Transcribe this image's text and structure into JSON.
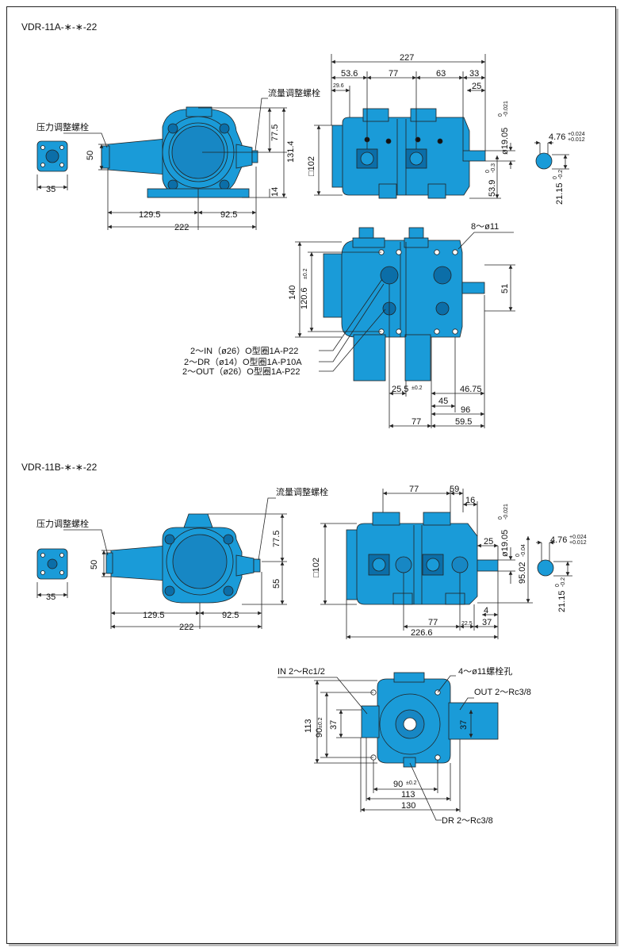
{
  "sections": [
    {
      "title": "VDR-11A-∗-∗-22"
    },
    {
      "title": "VDR-11B-∗-∗-22"
    }
  ],
  "colors": {
    "body": "#1a9bd8",
    "body_dark": "#0b6ea8",
    "line": "#222222"
  },
  "a": {
    "callouts": {
      "pressure_adjust": "压力调整螺栓",
      "flow_adjust": "流量调整螺栓",
      "holes_8": "8～ø11",
      "ports_in": "2～IN（ø26）O型圈1A-P22",
      "ports_dr": "2～DR（ø14）O型圈1A-P10A",
      "ports_out": "2～OUT（ø26）O型圈1A-P22"
    },
    "dims": {
      "end_w": "35",
      "end_h": "50",
      "d1295": "129.5",
      "d925": "92.5",
      "d222": "222",
      "d775": "77.5",
      "d1314": "131.4",
      "d14": "14",
      "d227": "227",
      "d536": "53.6",
      "d77top": "77",
      "d63": "63",
      "d33": "33",
      "d296": "29.6",
      "d25": "25",
      "sq102": "□102",
      "shaft_dia": "ø19.05",
      "shaft_tol_a": "0",
      "shaft_tol_b": "-0.021",
      "d539": "53.9",
      "d539_tol_a": "0",
      "d539_tol_b": "-0.3",
      "key_w": "4.76",
      "key_tol_a": "+0.024",
      "key_tol_b": "+0.012",
      "d2115": "21.15",
      "d2115_tol_a": "0",
      "d2115_tol_b": "-0.2",
      "d140": "140",
      "d1206": "120.6",
      "d1206_tol": "±0.2",
      "d51": "51",
      "d255": "25.5",
      "d255_tol": "±0.2",
      "d45": "45",
      "d4675": "46.75",
      "d96": "96",
      "d77b": "77",
      "d595": "59.5"
    }
  },
  "b": {
    "callouts": {
      "pressure_adjust": "压力调整螺栓",
      "flow_adjust": "流量调整螺栓",
      "in_port": "IN  2～Rc1/2",
      "holes_4": "4～ø11螺栓孔",
      "out_port": "OUT  2～Rc3/8",
      "dr_port": "DR  2～Rc3/8"
    },
    "dims": {
      "end_w": "35",
      "end_h": "50",
      "d1295": "129.5",
      "d925": "92.5",
      "d222": "222",
      "d775": "77.5",
      "d55": "55",
      "d77top": "77",
      "d59": "59",
      "d16": "16",
      "sq102": "□102",
      "shaft_dia": "ø19.05",
      "shaft_tol_a": "0",
      "shaft_tol_b": "-0.021",
      "d25": "25",
      "d9502": "95.02",
      "d9502_tol_a": "0",
      "d9502_tol_b": "-0.04",
      "key_w": "4.76",
      "key_tol_a": "+0.024",
      "key_tol_b": "+0.012",
      "d2115": "21.15",
      "d2115_tol_a": "0",
      "d2115_tol_b": "-0.2",
      "d4": "4",
      "d77bot": "77",
      "d225": "22.5",
      "d37": "37",
      "d2266": "226.6",
      "d113": "113",
      "d90": "90",
      "d90_tol": "±0.2",
      "d37v": "37",
      "d37r": "37",
      "d90h": "90",
      "d90h_tol": "±0.2",
      "d113h": "113",
      "d130": "130"
    }
  }
}
